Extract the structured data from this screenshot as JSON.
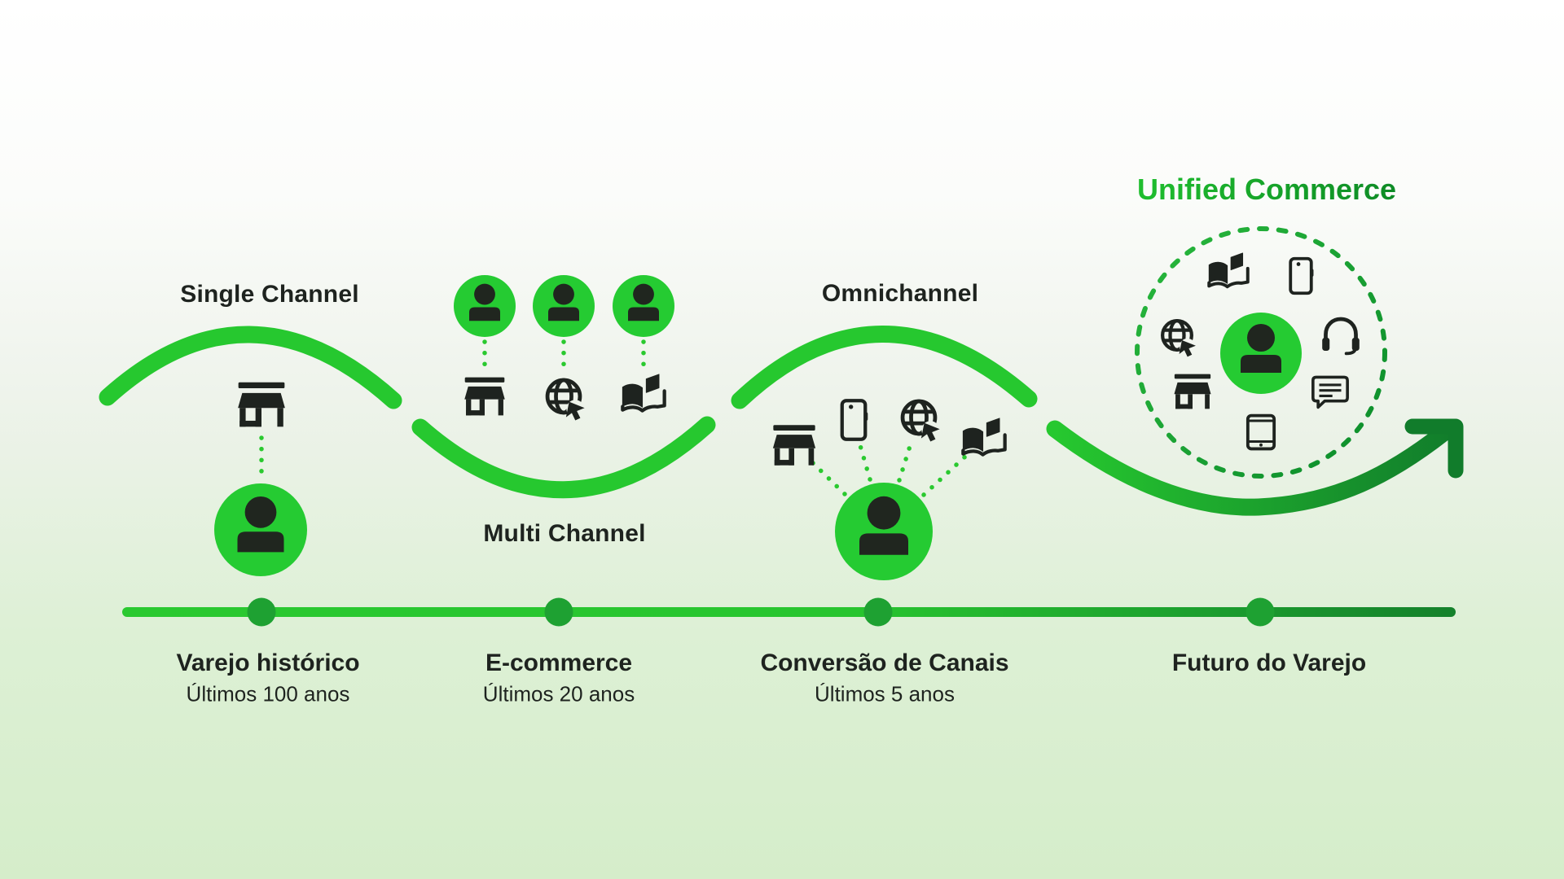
{
  "diagram_title": "Unified Commerce",
  "stages": [
    {
      "id": "single-channel",
      "channel_label": "Single Channel",
      "timeline_title": "Varejo histórico",
      "timeline_subtitle": "Últimos 100 anos",
      "cluster_icons": [
        "person-icon",
        "storefront-icon"
      ]
    },
    {
      "id": "multi-channel",
      "channel_label": "Multi Channel",
      "timeline_title": "E-commerce",
      "timeline_subtitle": "Últimos 20 anos",
      "cluster_icons": [
        "person-icon",
        "storefront-icon",
        "web-globe-icon",
        "catalog-book-icon"
      ]
    },
    {
      "id": "omnichannel",
      "channel_label": "Omnichannel",
      "timeline_title": "Conversão de Canais",
      "timeline_subtitle": "Últimos 5 anos",
      "cluster_icons": [
        "person-icon",
        "storefront-icon",
        "smartphone-icon",
        "web-globe-icon",
        "catalog-book-icon"
      ]
    },
    {
      "id": "unified-commerce",
      "channel_label": "Unified Commerce",
      "timeline_title": "Futuro do Varejo",
      "timeline_subtitle": "",
      "cluster_icons": [
        "person-icon",
        "catalog-book-icon",
        "smartphone-icon",
        "headset-icon",
        "chat-bubble-icon",
        "tablet-icon",
        "storefront-icon",
        "web-globe-icon"
      ]
    }
  ],
  "colors": {
    "bright_green": "#26c82f",
    "circle_green": "#25cb32",
    "dark_green": "#117c2b",
    "timeline_dot_green": "#1ea132",
    "icon_dark": "#1e231f",
    "text_dark": "#1e231f",
    "title_gradient_start": "#1fbe2e",
    "title_gradient_end": "#0e8b26",
    "background_top": "#ffffff",
    "background_bottom": "#d5edca"
  }
}
